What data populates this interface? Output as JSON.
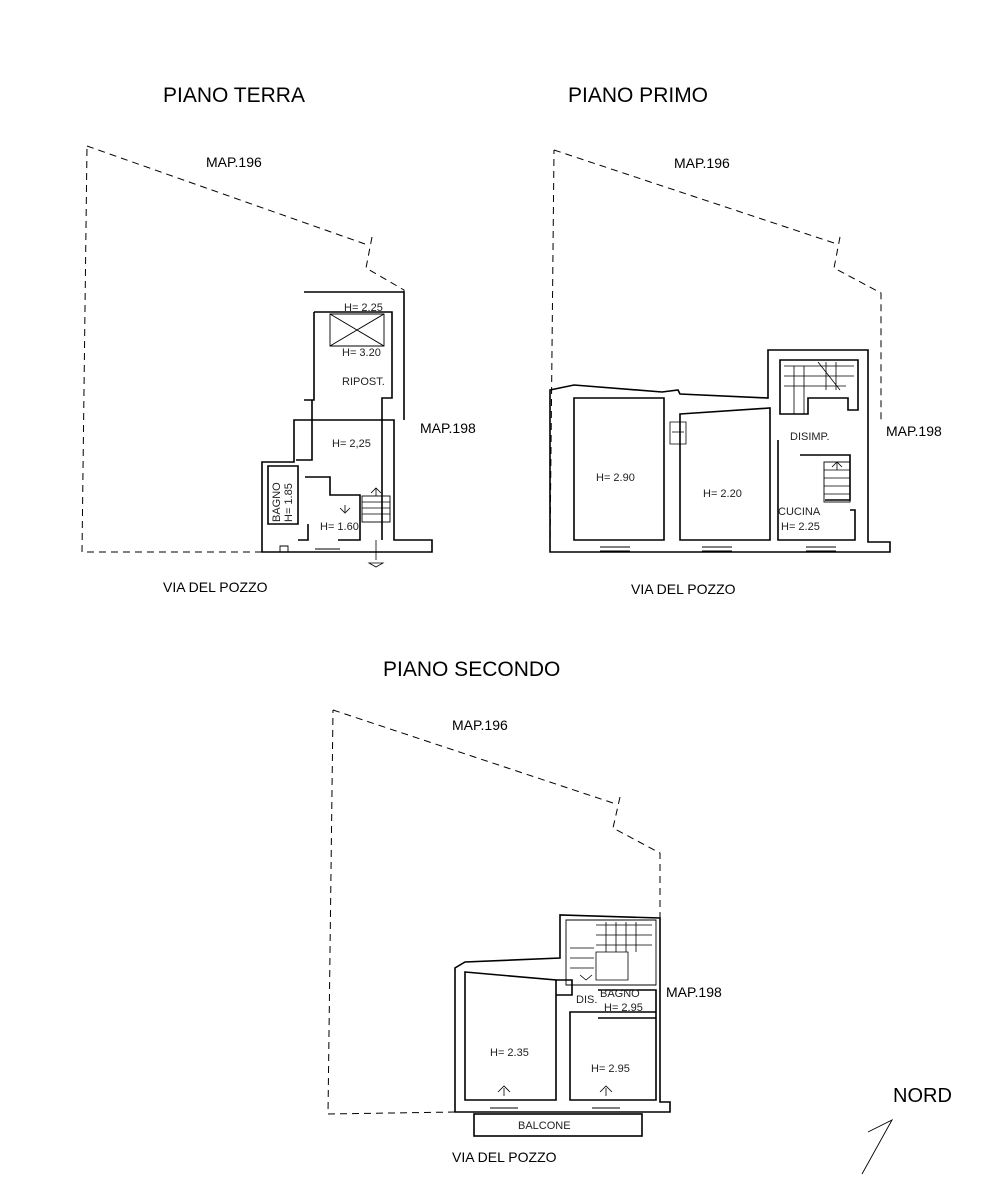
{
  "floors": {
    "terra": {
      "title": "PIANO TERRA",
      "map_north": "MAP.196",
      "map_east": "MAP.198",
      "street": "VIA DEL POZZO",
      "rooms": {
        "h_top": "H= 2.25",
        "h_mid": "H= 3.20",
        "ripost": "RIPOST.",
        "h_main": "H= 2,25",
        "bagno": "BAGNO",
        "bagno_h": "H= 1.85",
        "h_entry": "H= 1.60"
      }
    },
    "primo": {
      "title": "PIANO PRIMO",
      "map_north": "MAP.196",
      "map_east": "MAP.198",
      "street": "VIA DEL POZZO",
      "rooms": {
        "h_left": "H= 2.90",
        "h_center": "H= 2.20",
        "disimp": "DISIMP.",
        "cucina": "CUCINA",
        "cucina_h": "H= 2.25"
      }
    },
    "secondo": {
      "title": "PIANO SECONDO",
      "map_north": "MAP.196",
      "map_east": "MAP.198",
      "street": "VIA DEL POZZO",
      "rooms": {
        "dis": "DIS.",
        "bagno": "BAGNO",
        "bagno_h": "H= 2.95",
        "h_left": "H= 2.35",
        "h_right": "H= 2.95",
        "balcone": "BALCONE"
      }
    }
  },
  "north_label": "NORD"
}
